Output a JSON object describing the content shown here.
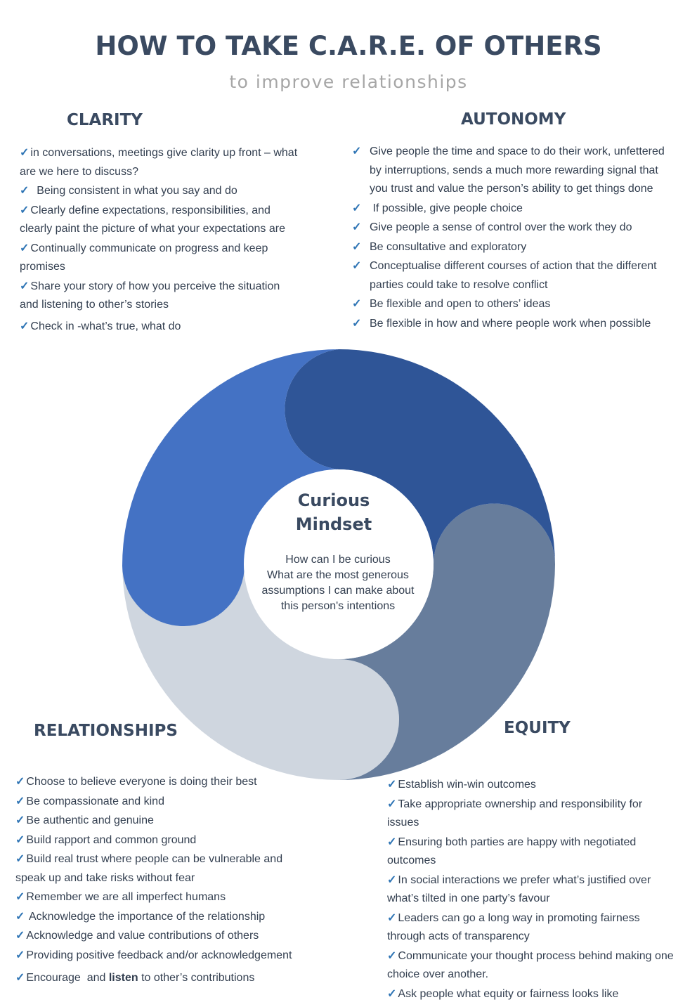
{
  "title": "HOW TO TAKE C.A.R.E. OF OTHERS",
  "subtitle": "to improve relationships",
  "tick": "✓",
  "colors": {
    "clarity": "#4472c4",
    "autonomy": "#2f5597",
    "equity": "#677d9c",
    "relationships": "#cfd6df",
    "heading": "#3a4a61",
    "tick": "#2f75b5"
  },
  "clarity": {
    "heading": "CLARITY",
    "items": [
      "in conversations, meetings give clarity up front – what are we here to discuss?",
      "  Being consistent in what you say and do",
      "Clearly define expectations, responsibilities, and clearly paint the picture of what your expectations are",
      "Continually communicate on progress and keep promises",
      "Share your story of how you perceive the situation and listening to other’s stories",
      "Check in -what’s true, what do"
    ]
  },
  "autonomy": {
    "heading": "AUTONOMY",
    "items": [
      "Give people the time and space to do their work, unfettered by interruptions, sends a much more rewarding signal that you trust and value the person’s ability to get things done",
      " If possible, give people choice",
      "Give people a sense of control over the work they do",
      "Be consultative and exploratory",
      "Conceptualise different courses of action that the different parties could take to resolve conflict",
      "Be flexible and open to others’ ideas",
      "Be flexible in how and where people work when possible"
    ]
  },
  "center": {
    "title_line1": "Curious",
    "title_line2": "Mindset",
    "line1": "How can I be curious",
    "line2": "What are the most generous",
    "line3": "assumptions I can make about",
    "line4": "this person's intentions"
  },
  "relationships": {
    "heading": "RELATIONSHIPS",
    "items": [
      "Choose to believe everyone is doing their best",
      "Be compassionate and kind",
      "Be authentic and genuine",
      "Build rapport and common ground",
      "Build real trust where people can be vulnerable and speak up and take risks without fear",
      "Remember we are all imperfect humans",
      " Acknowledge the importance of the relationship",
      "Acknowledge and value contributions of others",
      "Providing positive feedback and/or acknowledgement"
    ],
    "last_item": {
      "before": "Encourage  and ",
      "bold": "listen",
      "after": " to other’s contributions"
    }
  },
  "equity": {
    "heading": "EQUITY",
    "items": [
      "Establish win-win outcomes",
      "Take appropriate ownership and responsibility for issues",
      "Ensuring both parties are happy with negotiated outcomes",
      "In social interactions we prefer what’s justified over what’s tilted in one party’s favour",
      "Leaders can go a long way in promoting fairness through acts of transparency",
      "Communicate your thought process behind making one choice over another.",
      "Ask people what equity or fairness looks like"
    ]
  }
}
